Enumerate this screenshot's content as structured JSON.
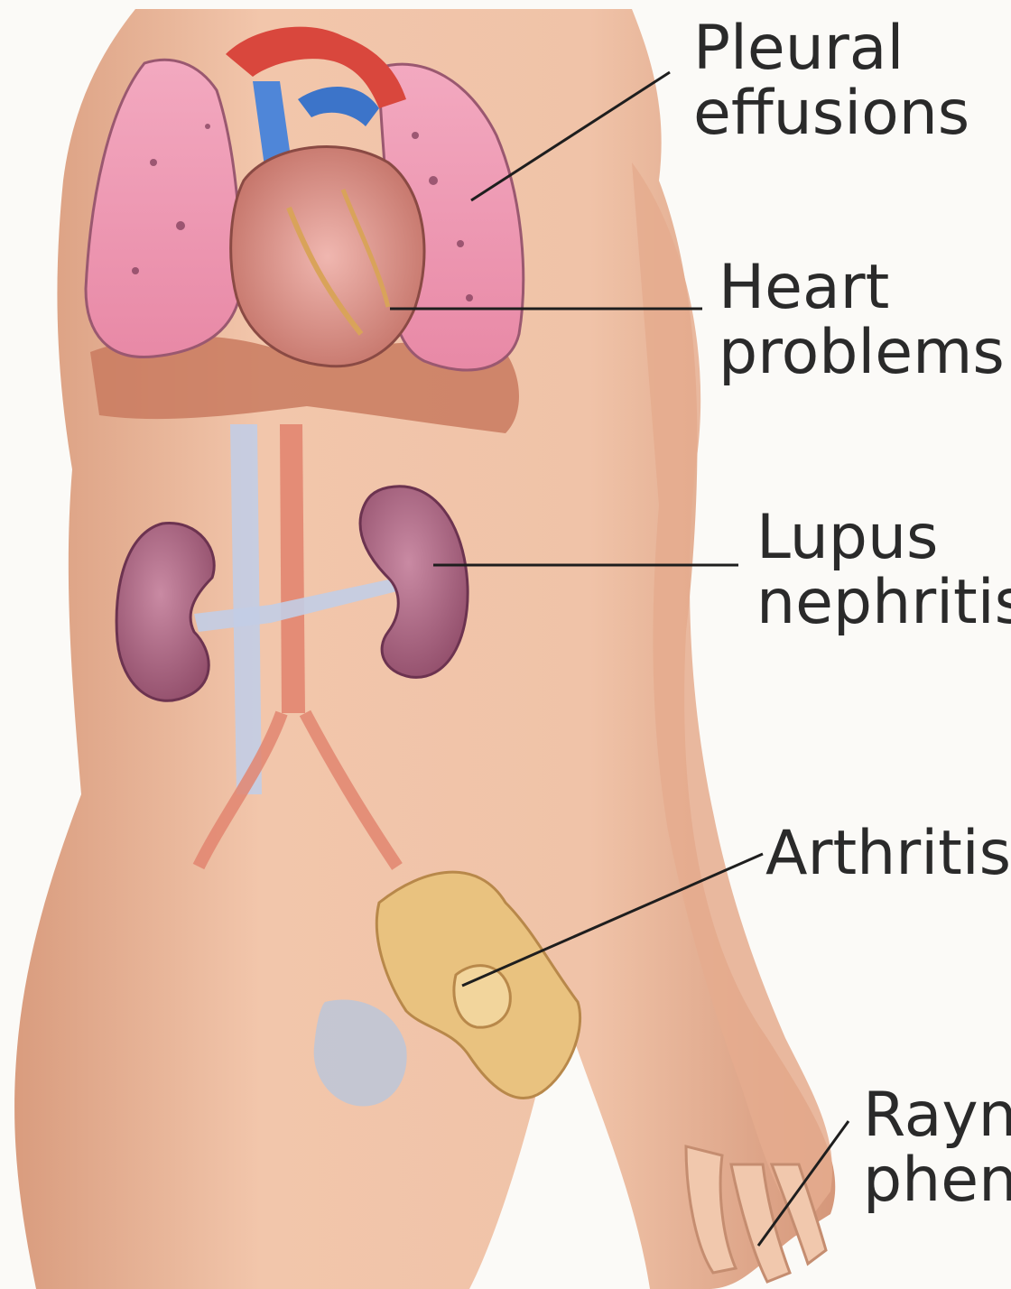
{
  "labels": {
    "pleural": [
      "Pleural",
      "effusions"
    ],
    "heart": [
      "Heart",
      "problems"
    ],
    "lupus": [
      "Lupus",
      "nephritis"
    ],
    "arthritis": [
      "Arthritis"
    ],
    "raynaud": [
      "Rayna",
      "pheno"
    ]
  },
  "colors": {
    "background": "#fbfaf7",
    "skin": "#e9b79a",
    "lung": "#ec92ae",
    "heart": "#d98a7f",
    "kidney": "#b26a86",
    "vein": "#bcc9e4",
    "artery": "#e3806d",
    "bone": "#e9c27f",
    "leader_line": "#1e1e1e",
    "text": "#2a2a2a"
  }
}
